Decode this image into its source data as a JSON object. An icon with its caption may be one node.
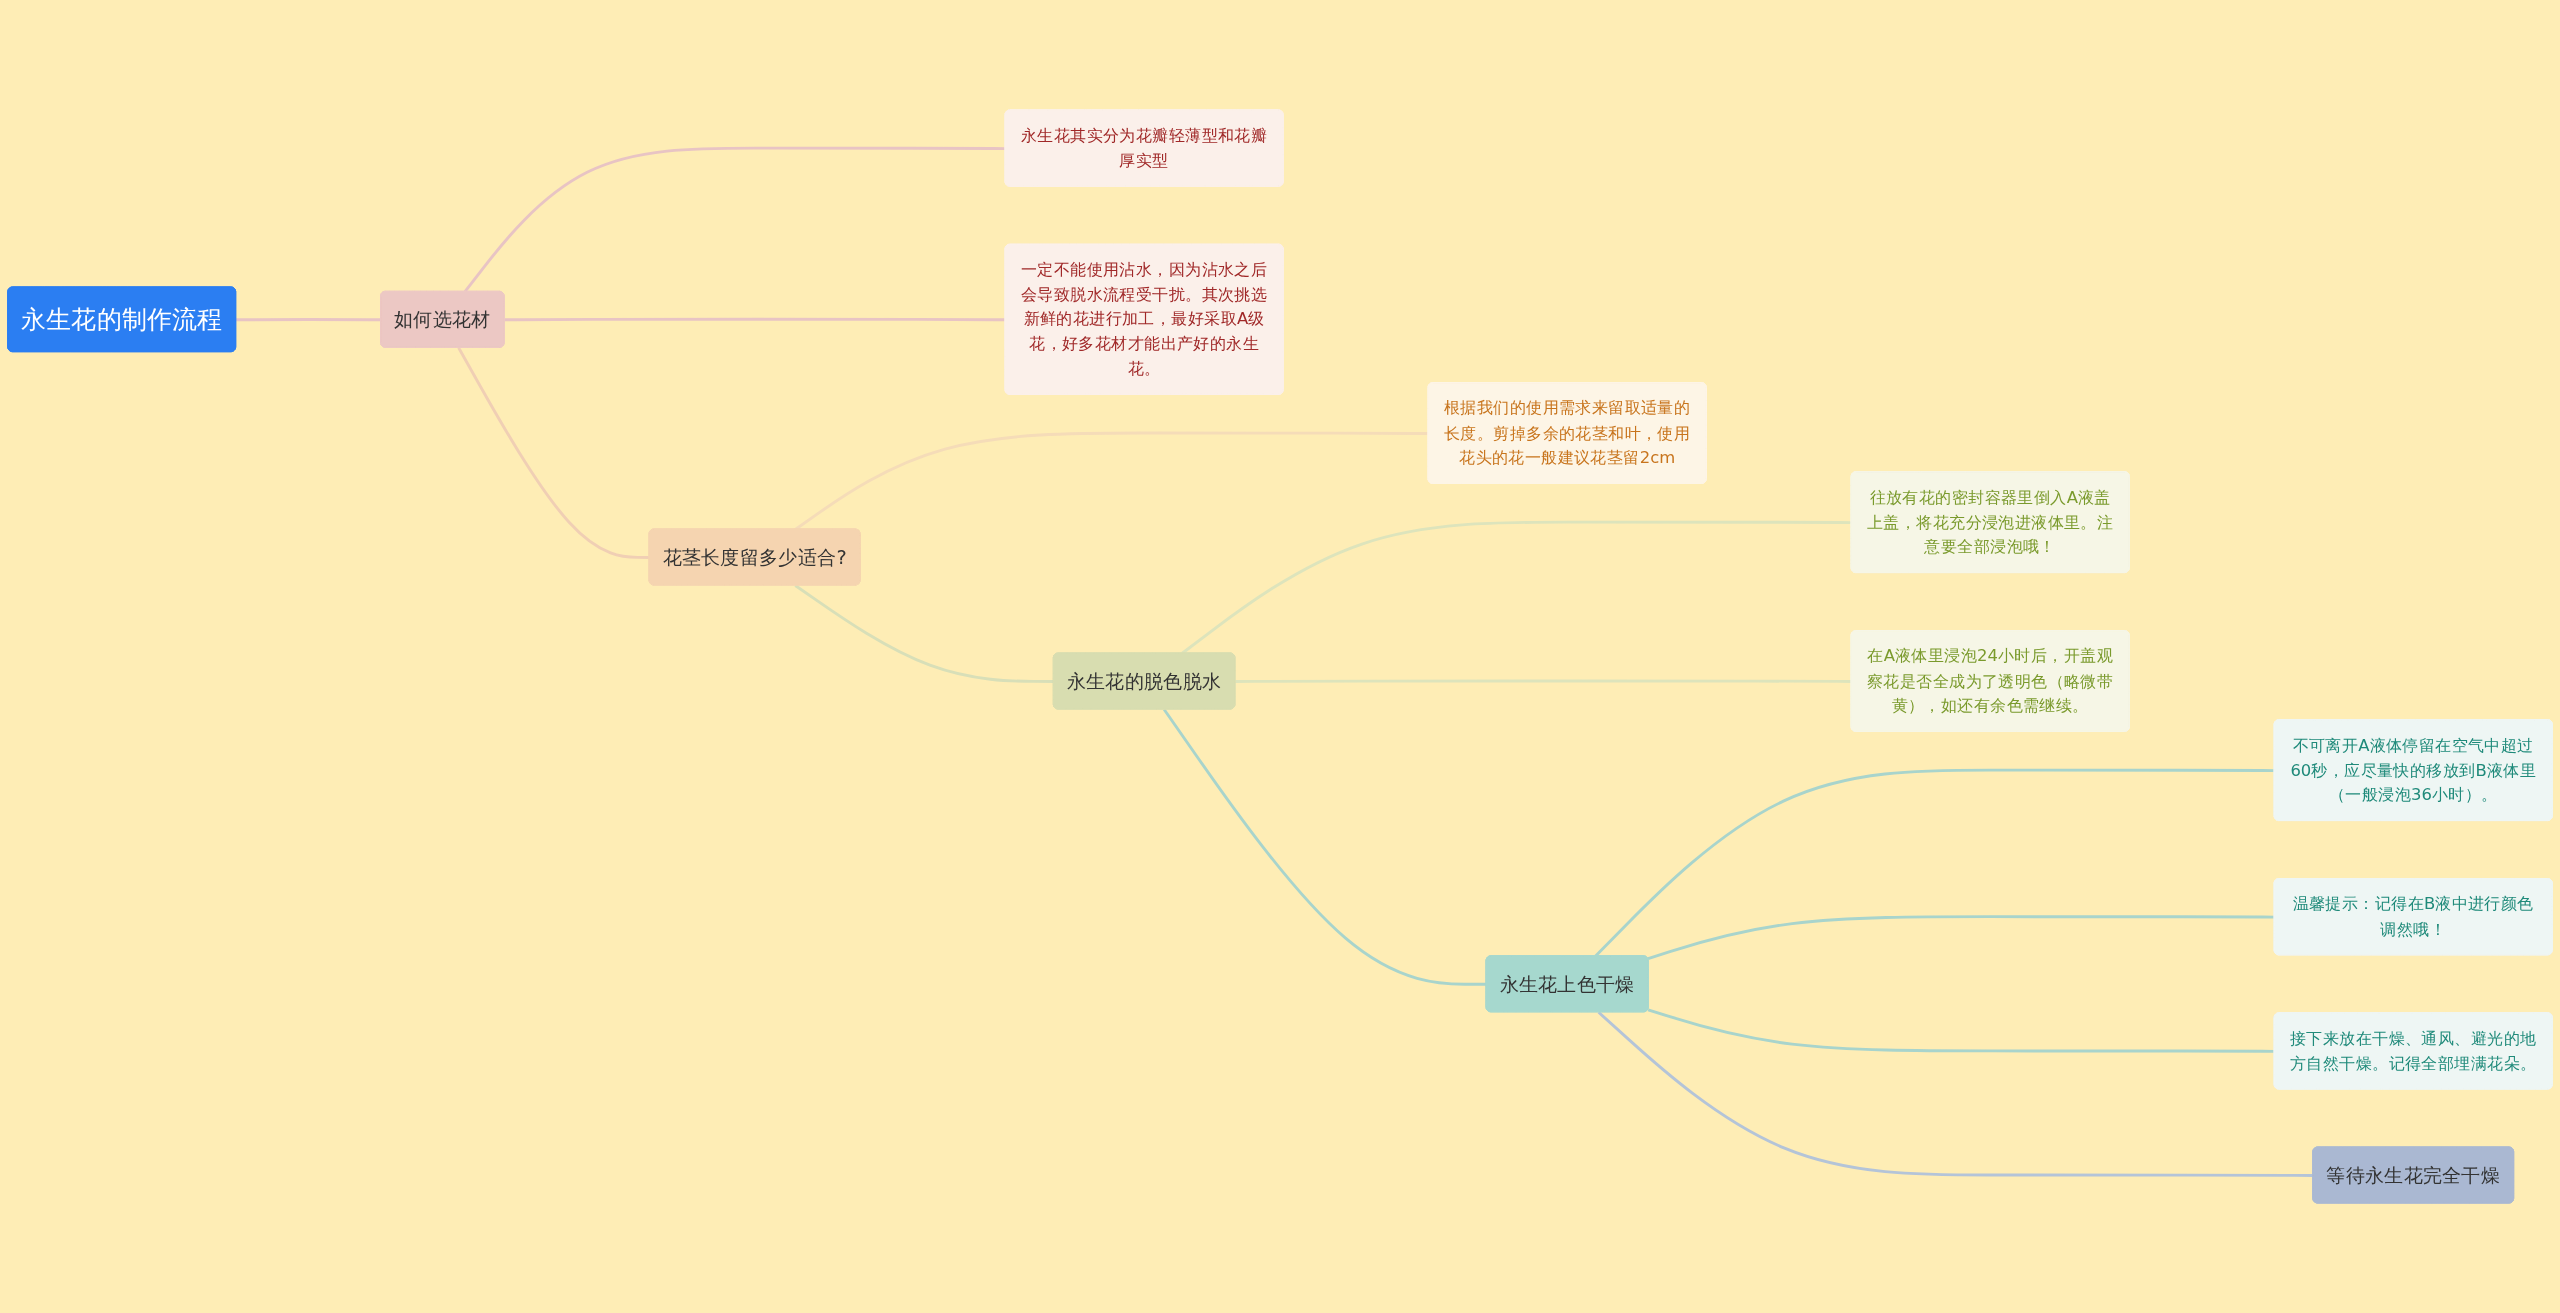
{
  "diagram": {
    "nodes": [
      {
        "text": [
          "永生花的制作流程"
        ]
      },
      {
        "text": [
          "如何选花材"
        ]
      },
      {
        "text": [
          "永生花其实分为花瓣轻薄型和花瓣厚实型"
        ]
      },
      {
        "text": [
          "一定不能使用沾水，因为沾水之后会导致脱水流程受干扰。其次挑选新鲜的花进行加工，最好采取A级花，好多花材才能出产好的永生花。"
        ]
      },
      {
        "text": [
          "花茎长度留多少适合?"
        ]
      },
      {
        "text": [
          "根据我们的使用需求来留取适量的长度。剪掉多余的花茎和叶，使用花头的花一般建议花茎留2cm"
        ]
      },
      {
        "text": [
          "永生花的脱色脱水"
        ]
      },
      {
        "text": [
          "往放有花的密封容器里倒入A液盖上盖，将花充分浸泡进液体里。注意要全部浸泡哦！"
        ]
      },
      {
        "text": [
          "在A液体里浸泡24小时后，开盖观察花是否全成为了透明色（略微带黄），如还有余色需继续。"
        ]
      },
      {
        "text": [
          "永生花上色干燥"
        ]
      },
      {
        "text": [
          "不可离开A液体停留在空气中超过60秒，应尽量快的移放到B液体里（一般浸泡36小时）。"
        ]
      },
      {
        "text": [
          "温馨提示：记得在B液中进行颜色调然哦！"
        ]
      },
      {
        "text": [
          "接下来放在干燥、通风、避光的地方自然干燥。记得全部埋满花朵。"
        ]
      },
      {
        "text": [
          "等待永生花完全干燥"
        ]
      }
    ],
    "edges": [
      {
        "from": 0,
        "to": 1,
        "arrow": "none",
        "color": "#e8c4c4"
      },
      {
        "from": 1,
        "to": 2,
        "arrow": "none",
        "color": "#e8c4c4"
      },
      {
        "from": 1,
        "to": 3,
        "arrow": "none",
        "color": "#e8c4c4"
      },
      {
        "from": 1,
        "to": 4,
        "arrow": "none",
        "color": "#f0cfb4"
      },
      {
        "from": 4,
        "to": 5,
        "arrow": "none",
        "color": "#f5dcb8"
      },
      {
        "from": 4,
        "to": 6,
        "arrow": "none",
        "color": "#d8dfb8"
      },
      {
        "from": 6,
        "to": 7,
        "arrow": "none",
        "color": "#dde4bc"
      },
      {
        "from": 6,
        "to": 8,
        "arrow": "none",
        "color": "#dde4bc"
      },
      {
        "from": 6,
        "to": 9,
        "arrow": "none",
        "color": "#a8d4cc"
      },
      {
        "from": 9,
        "to": 10,
        "arrow": "none",
        "color": "#a8d4cc"
      },
      {
        "from": 9,
        "to": 11,
        "arrow": "none",
        "color": "#a8d4cc"
      },
      {
        "from": 9,
        "to": 12,
        "arrow": "none",
        "color": "#a8d4cc"
      },
      {
        "from": 9,
        "to": 13,
        "arrow": "none",
        "color": "#b4c4d8"
      }
    ]
  }
}
